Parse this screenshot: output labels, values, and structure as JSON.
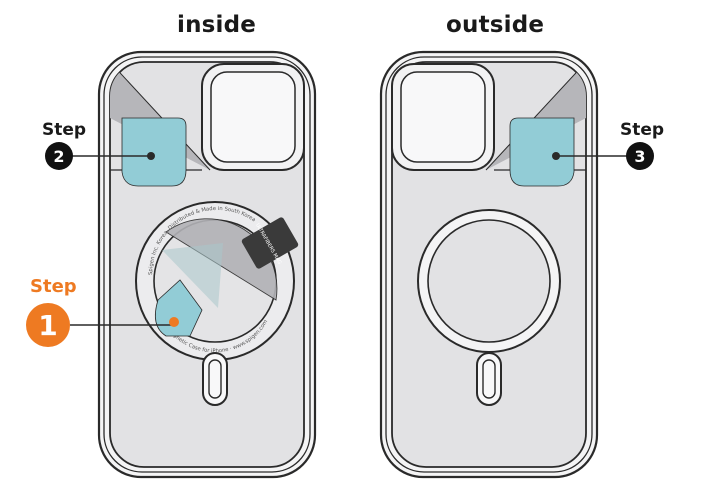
{
  "panels": {
    "inside": {
      "title": "inside"
    },
    "outside": {
      "title": "outside"
    }
  },
  "steps": [
    {
      "label": "Step",
      "number": "1",
      "color": "#ee7a22"
    },
    {
      "label": "Step",
      "number": "2",
      "color": "#111111"
    },
    {
      "label": "Step",
      "number": "3",
      "color": "#111111"
    }
  ],
  "ring_text": {
    "top": "Spigen Inc. Korea, Distributed & Made in South Korea",
    "badge": "ULTRAFIBERS MAG",
    "bottom": "Magnetic Case for iPhone · www.spigen.com"
  },
  "colors": {
    "case_body": "#e2e2e4",
    "dark_wedge": "#b6b6ba",
    "pull_tab": "#92ccd6",
    "outline": "#2a2a2a"
  }
}
